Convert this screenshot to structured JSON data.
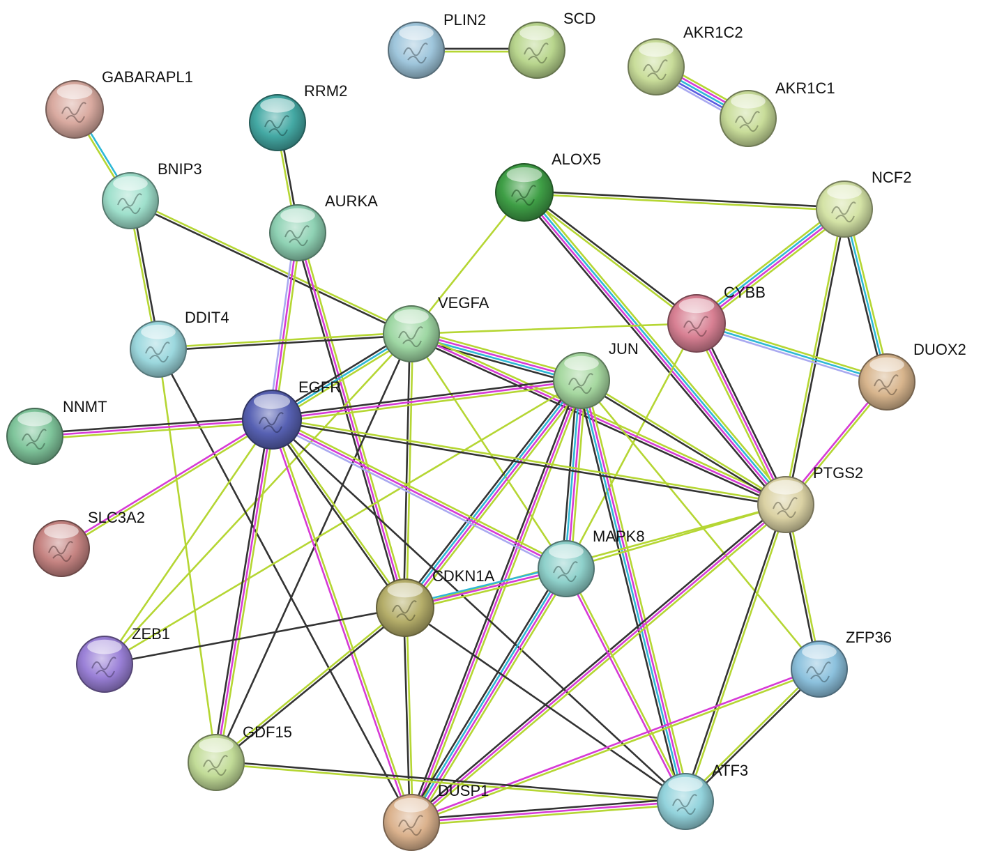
{
  "nodes": [
    {
      "id": "PLIN2",
      "label": "PLIN2",
      "color": "#9fc6dc"
    },
    {
      "id": "SCD",
      "label": "SCD",
      "color": "#b9d68e"
    },
    {
      "id": "AKR1C2",
      "label": "AKR1C2",
      "color": "#c9dd9a"
    },
    {
      "id": "AKR1C1",
      "label": "AKR1C1",
      "color": "#c9dd9a"
    },
    {
      "id": "GABARAPL1",
      "label": "GABARAPL1",
      "color": "#d9aaa0"
    },
    {
      "id": "RRM2",
      "label": "RRM2",
      "color": "#44a9a4"
    },
    {
      "id": "BNIP3",
      "label": "BNIP3",
      "color": "#9fe0cc"
    },
    {
      "id": "AURKA",
      "label": "AURKA",
      "color": "#8fd2b4"
    },
    {
      "id": "ALOX5",
      "label": "ALOX5",
      "color": "#3f9f46"
    },
    {
      "id": "NCF2",
      "label": "NCF2",
      "color": "#d4e3a6"
    },
    {
      "id": "CYBB",
      "label": "CYBB",
      "color": "#d88093"
    },
    {
      "id": "VEGFA",
      "label": "VEGFA",
      "color": "#9ed7a3"
    },
    {
      "id": "DDIT4",
      "label": "DDIT4",
      "color": "#9cd8de"
    },
    {
      "id": "JUN",
      "label": "JUN",
      "color": "#a6d8a0"
    },
    {
      "id": "DUOX2",
      "label": "DUOX2",
      "color": "#d8b58d"
    },
    {
      "id": "EGFR",
      "label": "EGFR",
      "color": "#5761b3"
    },
    {
      "id": "NNMT",
      "label": "NNMT",
      "color": "#7fc59b"
    },
    {
      "id": "PTGS2",
      "label": "PTGS2",
      "color": "#dbd2a4"
    },
    {
      "id": "SLC3A2",
      "label": "SLC3A2",
      "color": "#c68482"
    },
    {
      "id": "MAPK8",
      "label": "MAPK8",
      "color": "#8fd1cb"
    },
    {
      "id": "CDKN1A",
      "label": "CDKN1A",
      "color": "#b5ae6a"
    },
    {
      "id": "ZEB1",
      "label": "ZEB1",
      "color": "#9a80d7"
    },
    {
      "id": "ZFP36",
      "label": "ZFP36",
      "color": "#8cc1dd"
    },
    {
      "id": "GDF15",
      "label": "GDF15",
      "color": "#c2dc98"
    },
    {
      "id": "ATF3",
      "label": "ATF3",
      "color": "#93d3dc"
    },
    {
      "id": "DUSP1",
      "label": "DUSP1",
      "color": "#dbb28d"
    }
  ],
  "edge_colors": {
    "black": "#333333",
    "yellow": "#b5d633",
    "magenta": "#d63ad6",
    "cyan": "#2eb8d6",
    "blue": "#5a5ae0",
    "lavender": "#a9a9f0"
  },
  "edges": [
    {
      "a": "PLIN2",
      "b": "SCD",
      "types": [
        "black",
        "yellow"
      ]
    },
    {
      "a": "AKR1C2",
      "b": "AKR1C1",
      "types": [
        "yellow",
        "magenta",
        "cyan",
        "blue",
        "lavender"
      ]
    },
    {
      "a": "GABARAPL1",
      "b": "BNIP3",
      "types": [
        "cyan",
        "yellow"
      ]
    },
    {
      "a": "RRM2",
      "b": "AURKA",
      "types": [
        "black",
        "yellow"
      ]
    },
    {
      "a": "BNIP3",
      "b": "DDIT4",
      "types": [
        "black",
        "yellow"
      ]
    },
    {
      "a": "BNIP3",
      "b": "VEGFA",
      "types": [
        "yellow",
        "black"
      ]
    },
    {
      "a": "AURKA",
      "b": "EGFR",
      "types": [
        "yellow",
        "magenta",
        "lavender"
      ]
    },
    {
      "a": "AURKA",
      "b": "CDKN1A",
      "types": [
        "yellow",
        "magenta",
        "black"
      ]
    },
    {
      "a": "ALOX5",
      "b": "NCF2",
      "types": [
        "black",
        "yellow"
      ]
    },
    {
      "a": "ALOX5",
      "b": "VEGFA",
      "types": [
        "yellow"
      ]
    },
    {
      "a": "ALOX5",
      "b": "PTGS2",
      "types": [
        "yellow",
        "cyan",
        "magenta",
        "black"
      ]
    },
    {
      "a": "ALOX5",
      "b": "CYBB",
      "types": [
        "black",
        "yellow"
      ]
    },
    {
      "a": "NCF2",
      "b": "CYBB",
      "types": [
        "yellow",
        "magenta",
        "cyan",
        "yellow"
      ]
    },
    {
      "a": "NCF2",
      "b": "DUOX2",
      "types": [
        "yellow",
        "cyan",
        "black"
      ]
    },
    {
      "a": "NCF2",
      "b": "PTGS2",
      "types": [
        "black",
        "yellow"
      ]
    },
    {
      "a": "CYBB",
      "b": "DUOX2",
      "types": [
        "yellow",
        "cyan",
        "lavender"
      ]
    },
    {
      "a": "CYBB",
      "b": "PTGS2",
      "types": [
        "black",
        "magenta",
        "yellow"
      ]
    },
    {
      "a": "CYBB",
      "b": "VEGFA",
      "types": [
        "yellow"
      ]
    },
    {
      "a": "CYBB",
      "b": "MAPK8",
      "types": [
        "yellow"
      ]
    },
    {
      "a": "DUOX2",
      "b": "PTGS2",
      "types": [
        "yellow",
        "magenta"
      ]
    },
    {
      "a": "VEGFA",
      "b": "DDIT4",
      "types": [
        "black",
        "yellow"
      ]
    },
    {
      "a": "VEGFA",
      "b": "JUN",
      "types": [
        "yellow",
        "magenta",
        "cyan",
        "black"
      ]
    },
    {
      "a": "VEGFA",
      "b": "EGFR",
      "types": [
        "yellow",
        "cyan",
        "black"
      ]
    },
    {
      "a": "VEGFA",
      "b": "PTGS2",
      "types": [
        "yellow",
        "magenta",
        "black"
      ]
    },
    {
      "a": "VEGFA",
      "b": "CDKN1A",
      "types": [
        "yellow",
        "black"
      ]
    },
    {
      "a": "VEGFA",
      "b": "ZEB1",
      "types": [
        "yellow"
      ]
    },
    {
      "a": "VEGFA",
      "b": "MAPK8",
      "types": [
        "yellow"
      ]
    },
    {
      "a": "VEGFA",
      "b": "GDF15",
      "types": [
        "black"
      ]
    },
    {
      "a": "DDIT4",
      "b": "DUSP1",
      "types": [
        "black"
      ]
    },
    {
      "a": "DDIT4",
      "b": "GDF15",
      "types": [
        "yellow"
      ]
    },
    {
      "a": "JUN",
      "b": "EGFR",
      "types": [
        "yellow",
        "magenta",
        "black"
      ]
    },
    {
      "a": "JUN",
      "b": "PTGS2",
      "types": [
        "yellow",
        "black"
      ]
    },
    {
      "a": "JUN",
      "b": "MAPK8",
      "types": [
        "yellow",
        "magenta",
        "cyan",
        "black"
      ]
    },
    {
      "a": "JUN",
      "b": "CDKN1A",
      "types": [
        "yellow",
        "magenta",
        "cyan",
        "black"
      ]
    },
    {
      "a": "JUN",
      "b": "ATF3",
      "types": [
        "yellow",
        "magenta",
        "cyan",
        "black"
      ]
    },
    {
      "a": "JUN",
      "b": "DUSP1",
      "types": [
        "yellow",
        "magenta",
        "black"
      ]
    },
    {
      "a": "JUN",
      "b": "ZFP36",
      "types": [
        "yellow"
      ]
    },
    {
      "a": "JUN",
      "b": "ZEB1",
      "types": [
        "yellow"
      ]
    },
    {
      "a": "EGFR",
      "b": "NNMT",
      "types": [
        "yellow",
        "magenta",
        "black"
      ]
    },
    {
      "a": "EGFR",
      "b": "PTGS2",
      "types": [
        "yellow",
        "black"
      ]
    },
    {
      "a": "EGFR",
      "b": "MAPK8",
      "types": [
        "yellow",
        "magenta",
        "lavender"
      ]
    },
    {
      "a": "EGFR",
      "b": "CDKN1A",
      "types": [
        "yellow",
        "black"
      ]
    },
    {
      "a": "EGFR",
      "b": "GDF15",
      "types": [
        "yellow",
        "magenta",
        "black"
      ]
    },
    {
      "a": "EGFR",
      "b": "DUSP1",
      "types": [
        "yellow",
        "magenta"
      ]
    },
    {
      "a": "EGFR",
      "b": "SLC3A2",
      "types": [
        "yellow",
        "magenta"
      ]
    },
    {
      "a": "EGFR",
      "b": "ZEB1",
      "types": [
        "yellow"
      ]
    },
    {
      "a": "EGFR",
      "b": "ATF3",
      "types": [
        "black"
      ]
    },
    {
      "a": "PTGS2",
      "b": "MAPK8",
      "types": [
        "yellow"
      ]
    },
    {
      "a": "PTGS2",
      "b": "CDKN1A",
      "types": [
        "yellow"
      ]
    },
    {
      "a": "PTGS2",
      "b": "ZFP36",
      "types": [
        "yellow",
        "black"
      ]
    },
    {
      "a": "PTGS2",
      "b": "ATF3",
      "types": [
        "yellow",
        "black"
      ]
    },
    {
      "a": "PTGS2",
      "b": "DUSP1",
      "types": [
        "yellow",
        "magenta",
        "black"
      ]
    },
    {
      "a": "MAPK8",
      "b": "CDKN1A",
      "types": [
        "yellow",
        "magenta",
        "cyan"
      ]
    },
    {
      "a": "MAPK8",
      "b": "ATF3",
      "types": [
        "yellow",
        "magenta"
      ]
    },
    {
      "a": "MAPK8",
      "b": "DUSP1",
      "types": [
        "yellow",
        "magenta",
        "cyan",
        "black"
      ]
    },
    {
      "a": "CDKN1A",
      "b": "ZEB1",
      "types": [
        "black"
      ]
    },
    {
      "a": "CDKN1A",
      "b": "GDF15",
      "types": [
        "black",
        "yellow"
      ]
    },
    {
      "a": "CDKN1A",
      "b": "DUSP1",
      "types": [
        "yellow",
        "black"
      ]
    },
    {
      "a": "CDKN1A",
      "b": "ATF3",
      "types": [
        "black"
      ]
    },
    {
      "a": "ZFP36",
      "b": "DUSP1",
      "types": [
        "yellow",
        "magenta"
      ]
    },
    {
      "a": "ZFP36",
      "b": "ATF3",
      "types": [
        "black",
        "yellow"
      ]
    },
    {
      "a": "GDF15",
      "b": "ATF3",
      "types": [
        "black",
        "yellow"
      ]
    },
    {
      "a": "ATF3",
      "b": "DUSP1",
      "types": [
        "yellow",
        "magenta",
        "black"
      ]
    }
  ]
}
